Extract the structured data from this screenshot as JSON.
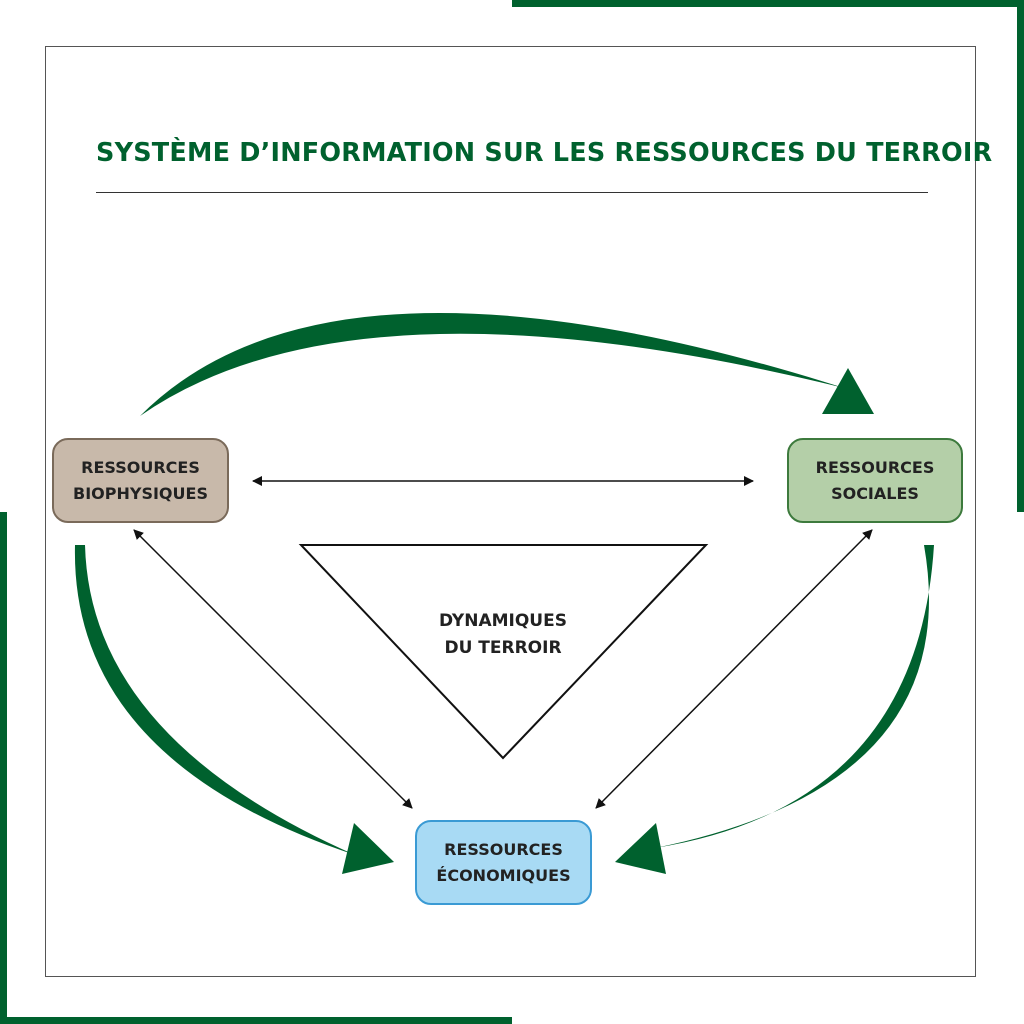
{
  "title": "SYSTÈME D’INFORMATION SUR LES RESSOURCES DU TERROIR",
  "colors": {
    "brand_green": "#00612e",
    "biophysical_fill": "#c8b9aa",
    "social_fill": "#b4cfa8",
    "economic_fill": "#a8daf4"
  },
  "nodes": {
    "biophysical": {
      "line1": "RESSOURCES",
      "line2": "BIOPHYSIQUES"
    },
    "social": {
      "line1": "RESSOURCES",
      "line2": "SOCIALES"
    },
    "economic": {
      "line1": "RESSOURCES",
      "line2": "ÉCONOMIQUES"
    }
  },
  "center": {
    "line1": "DYNAMIQUES",
    "line2": "DU TERROIR"
  }
}
